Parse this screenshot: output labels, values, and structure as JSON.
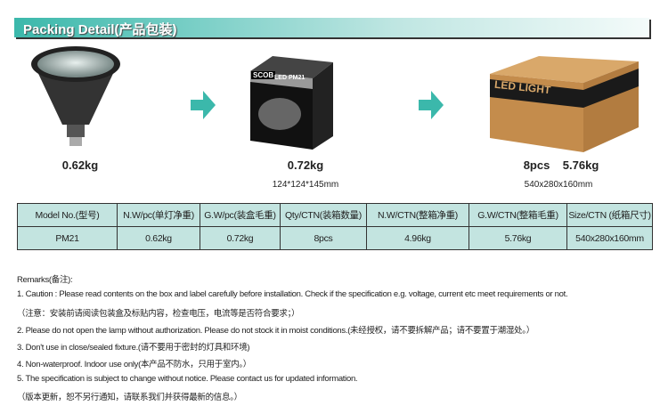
{
  "header": {
    "title": "Packing Detail(产品包装)"
  },
  "items": [
    {
      "weight": "0.62kg"
    },
    {
      "weight": "0.72kg",
      "size": "124*124*145mm",
      "box_brand": "SCOB",
      "box_model": "LED PM21"
    },
    {
      "qty": "8pcs",
      "weight": "5.76kg",
      "size": "540x280x160mm",
      "carton_text": "LED LIGHT"
    }
  ],
  "table": {
    "headers": [
      "Model No.(型号)",
      "N.W/pc(单灯净重)",
      "G.W/pc(装盒毛重)",
      "Qty/CTN(装箱数量)",
      "N.W/CTN(整箱净重)",
      "G.W/CTN(整箱毛重)",
      "Size/CTN (纸箱尺寸)"
    ],
    "row": [
      "PM21",
      "0.62kg",
      "0.72kg",
      "8pcs",
      "4.96kg",
      "5.76kg",
      "540x280x160mm"
    ]
  },
  "remarks": {
    "title": "Remarks(备注):",
    "lines": [
      "1. Caution : Please read contents on the box and label carefully before installation. Check if the specification e.g. voltage, current etc meet requirements or not.",
      "（注意：安装前请阅读包装盒及标贴内容，检查电压，电流等是否符合要求；）",
      "2. Please do not open the lamp without authorization. Please do not stock it in moist conditions.(未经授权，请不要拆解产品；请不要置于潮湿处。）",
      "3. Don't use in close/sealed fixture.(请不要用于密封的灯具和环境)",
      "4. Non-waterproof. Indoor use only(本产品不防水，只用于室内。）",
      "5. The specification is subject to change without notice. Please contact us for updated information.",
      "（版本更新，恕不另行通知，请联系我们并获得最新的信息。）"
    ]
  }
}
